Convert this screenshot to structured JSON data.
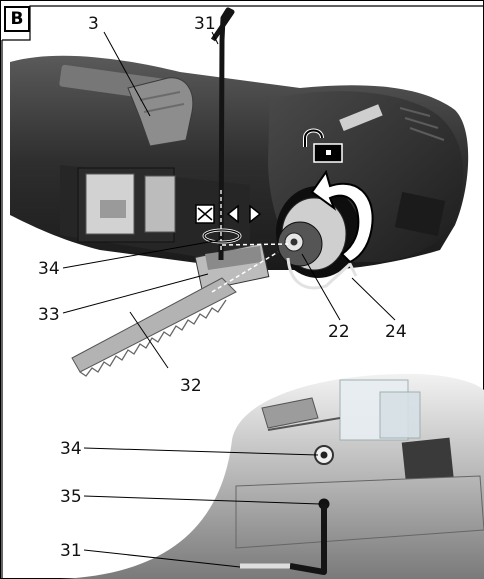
{
  "figure": {
    "panel_label": "B",
    "callouts": {
      "c3": "3",
      "c31_top": "31",
      "c34_top": "34",
      "c33": "33",
      "c32": "32",
      "c22": "22",
      "c24": "24",
      "c34_inset": "34",
      "c35": "35",
      "c31_inset": "31"
    },
    "icons": {
      "unlock": "unlocked-padlock-icon",
      "rotate": "curved-arrow-icon",
      "center": "alignment-arrows-icon"
    }
  }
}
